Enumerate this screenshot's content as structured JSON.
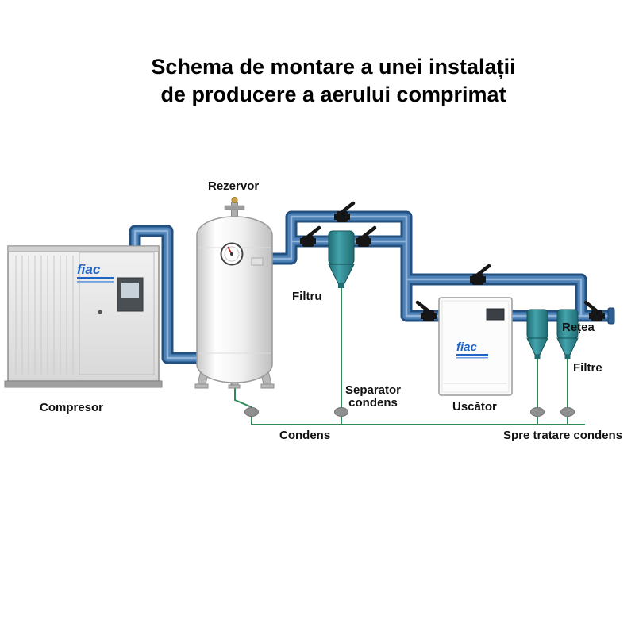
{
  "title": {
    "line1": "Schema de montare a unei instalații",
    "line2": "de producere a aerului comprimat"
  },
  "brand": {
    "name": "fiac"
  },
  "labels": {
    "rezervor": "Rezervor",
    "compresor": "Compresor",
    "filtru": "Filtru",
    "separator_line1": "Separator",
    "separator_line2": "condens",
    "uscator": "Uscător",
    "condens": "Condens",
    "spre_tratare_condens": "Spre tratare condens",
    "retea": "Rețea",
    "filtre": "Filtre"
  },
  "colors": {
    "pipe": "#4d82b8",
    "pipe_outline": "#24507f",
    "condensate_line": "#2e8b57",
    "filter_body": "#2e8f96",
    "brand_blue": "#1f63c4",
    "background": "#ffffff"
  }
}
